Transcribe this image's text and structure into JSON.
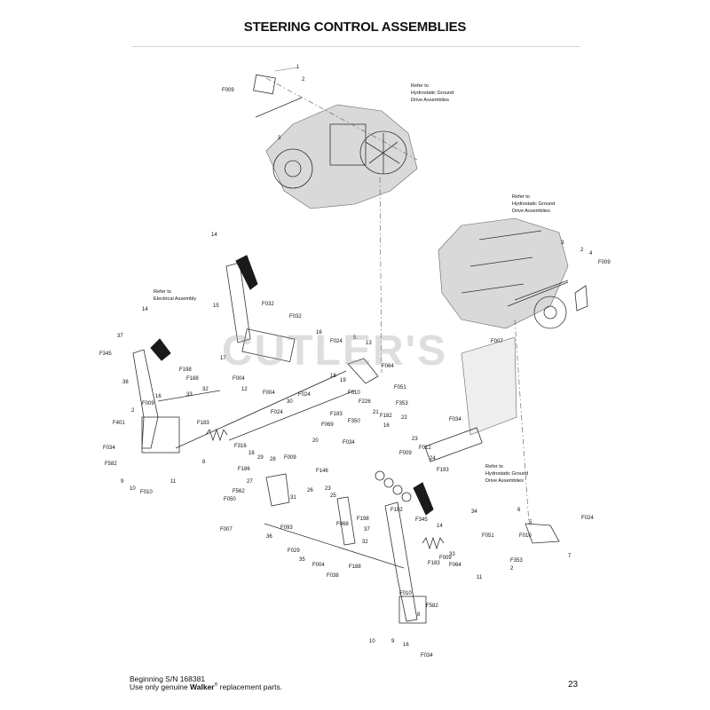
{
  "header": {
    "title": "STEERING CONTROL ASSEMBLIES"
  },
  "watermark": {
    "text": "CUTLER'S"
  },
  "notes": {
    "hydro_top": [
      "Refer to",
      "Hydrostatic Ground",
      "Drive Assemblies"
    ],
    "hydro_right": [
      "Refer to",
      "Hydrostatic Ground",
      "Drive Assemblies"
    ],
    "hydro_bottom": [
      "Refer to",
      "Hydrostatic Ground",
      "Drive Assemblies"
    ],
    "electrical": [
      "Refer to",
      "Electrical Assembly"
    ]
  },
  "callouts": [
    "1",
    "2",
    "F009",
    "3",
    "3",
    "2",
    "4",
    "F009",
    "14",
    "15",
    "F032",
    "F032",
    "16",
    "F024",
    "5",
    "13",
    "F064",
    "14",
    "37",
    "F345",
    "F198",
    "F188",
    "33",
    "32",
    "38",
    "F009",
    "2",
    "F401",
    "16",
    "F183",
    "F034",
    "F582",
    "9",
    "10",
    "F010",
    "11",
    "8",
    "17",
    "F004",
    "18",
    "19",
    "F004",
    "F024",
    "12",
    "F010",
    "F051",
    "30",
    "F226",
    "F353",
    "F024",
    "F183",
    "F350",
    "21",
    "F182",
    "22",
    "F069",
    "20",
    "F034",
    "16",
    "F316",
    "F186",
    "18",
    "29",
    "28",
    "27",
    "F009",
    "F146",
    "26",
    "23",
    "25",
    "24",
    "F193",
    "F009",
    "23",
    "F012",
    "F034",
    "F007",
    "F562",
    "F050",
    "31",
    "F007",
    "F093",
    "36",
    "F029",
    "35",
    "F004",
    "F038",
    "F068",
    "F188",
    "F198",
    "37",
    "F182",
    "F345",
    "14",
    "34",
    "32",
    "33",
    "F009",
    "F183",
    "F064",
    "6",
    "5",
    "F024",
    "F010",
    "7",
    "F051",
    "F353",
    "2",
    "11",
    "F010",
    "10",
    "9",
    "16",
    "8",
    "F582",
    "F034"
  ],
  "footer": {
    "line1": "Beginning S/N 168381",
    "line2_pre": "Use only genuine ",
    "line2_brand": "Walker",
    "line2_reg": "®",
    "line2_post": " replacement parts.",
    "page_number": "23"
  }
}
